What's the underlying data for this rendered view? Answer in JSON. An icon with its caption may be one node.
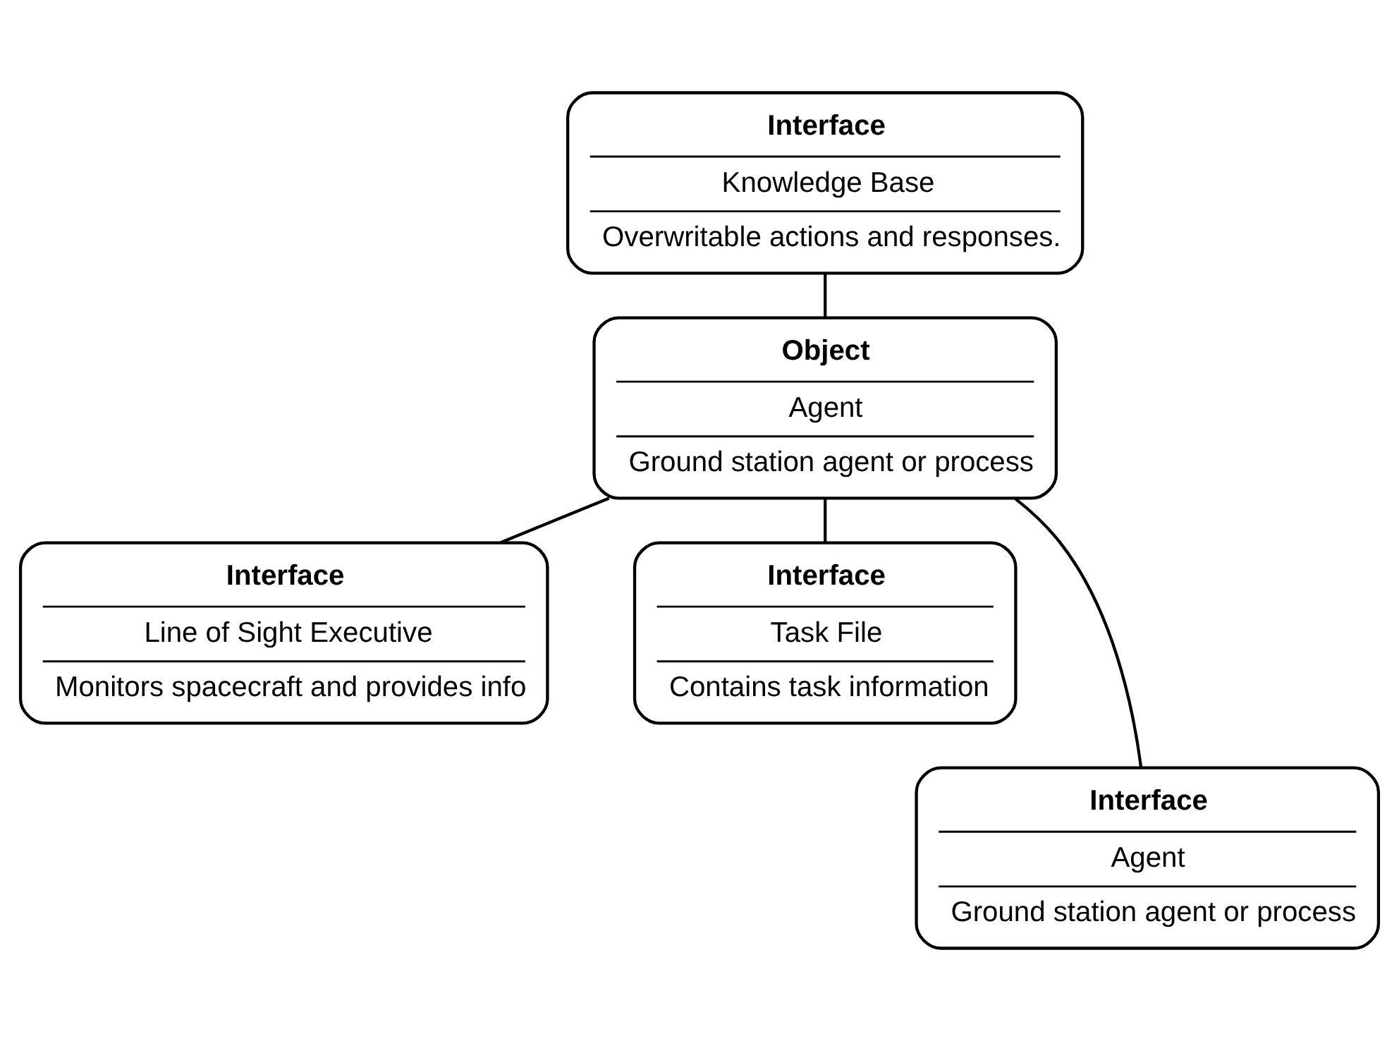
{
  "diagram": {
    "nodes": [
      {
        "text": [
          "Interface",
          "Knowledge Base",
          "Overwritable actions and responses."
        ]
      },
      {
        "text": [
          "Object",
          "Agent",
          "Ground station agent or process"
        ]
      },
      {
        "text": [
          "Interface",
          "Line of Sight Executive",
          "Monitors spacecraft and provides info"
        ]
      },
      {
        "text": [
          "Interface",
          "Task File",
          "Contains task information"
        ]
      },
      {
        "text": [
          "Interface",
          "Agent",
          "Ground station agent or process"
        ]
      }
    ],
    "edges": [
      {
        "from": 0,
        "to": 1,
        "arrow": "none"
      },
      {
        "from": 1,
        "to": 2,
        "arrow": "none"
      },
      {
        "from": 1,
        "to": 3,
        "arrow": "none"
      },
      {
        "from": 1,
        "to": 4,
        "arrow": "none"
      }
    ]
  }
}
